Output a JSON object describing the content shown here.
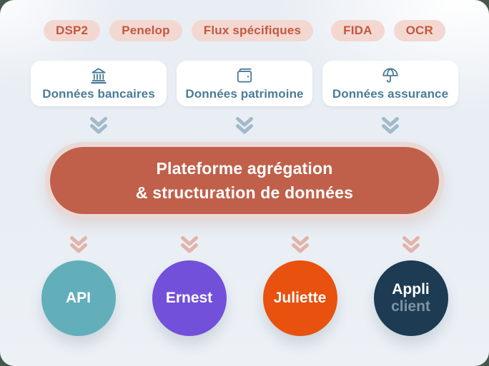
{
  "top_pills": [
    "DSP2",
    "Penelop",
    "Flux spécifiques",
    "FIDA",
    "OCR"
  ],
  "sources": [
    {
      "label": "Données bancaires",
      "icon": "bank-icon"
    },
    {
      "label": "Données patrimoine",
      "icon": "wallet-icon"
    },
    {
      "label": "Données assurance",
      "icon": "umbrella-icon"
    }
  ],
  "platform": {
    "line1": "Plateforme agrégation",
    "line2": "& structuration de données"
  },
  "outputs": [
    {
      "label": "API",
      "color": "#62aebb"
    },
    {
      "label": "Ernest",
      "color": "#7350d9"
    },
    {
      "label": "Juliette",
      "color": "#e8510e"
    },
    {
      "label": "Appli",
      "label2": "client",
      "color": "#1d3b52",
      "label2_color": "#7e94a6"
    }
  ],
  "icons": {
    "flow_down": "double-chevron-down-icon"
  },
  "colors": {
    "pill_bg": "#f3d8d1",
    "pill_text": "#c4573e",
    "card_text": "#4a7c99",
    "chevron_blue": "#a2bac9",
    "chevron_pink": "#e2b3a9",
    "platform_bg": "#c0604b",
    "platform_ring": "#ead8d4",
    "panel_bg": "#e9eef4",
    "outer_bg": "#44584c"
  }
}
